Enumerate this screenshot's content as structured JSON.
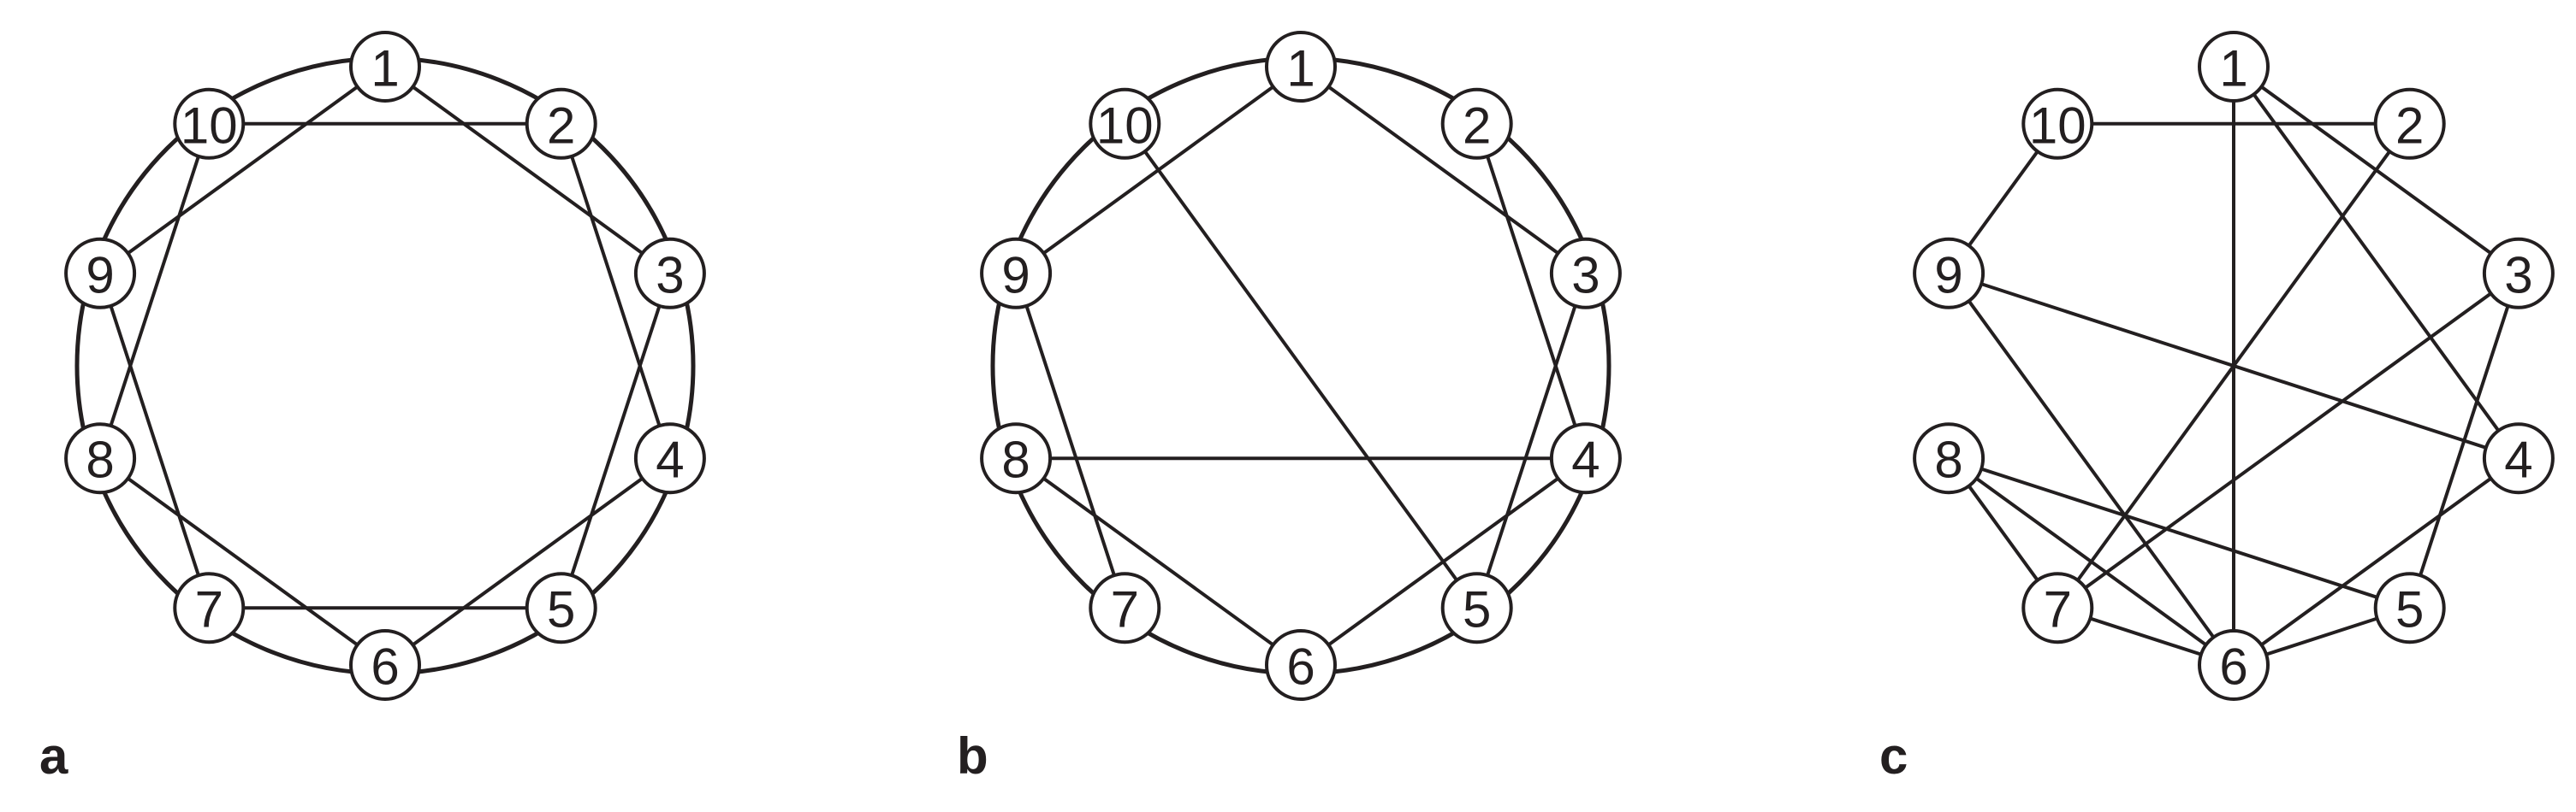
{
  "colors": {
    "stroke": "#231f20",
    "background": "#ffffff"
  },
  "panels": [
    {
      "label": "a",
      "ring": true,
      "nodes": [
        "1",
        "2",
        "3",
        "4",
        "5",
        "6",
        "7",
        "8",
        "9",
        "10"
      ],
      "edges": [
        [
          "1",
          "9"
        ],
        [
          "1",
          "3"
        ],
        [
          "10",
          "2"
        ],
        [
          "10",
          "8"
        ],
        [
          "2",
          "4"
        ],
        [
          "3",
          "5"
        ],
        [
          "9",
          "7"
        ],
        [
          "8",
          "6"
        ],
        [
          "7",
          "5"
        ],
        [
          "6",
          "4"
        ]
      ]
    },
    {
      "label": "b",
      "ring": true,
      "nodes": [
        "1",
        "2",
        "3",
        "4",
        "5",
        "6",
        "7",
        "8",
        "9",
        "10"
      ],
      "edges": [
        [
          "1",
          "9"
        ],
        [
          "1",
          "3"
        ],
        [
          "2",
          "4"
        ],
        [
          "3",
          "5"
        ],
        [
          "10",
          "5"
        ],
        [
          "9",
          "7"
        ],
        [
          "8",
          "4"
        ],
        [
          "8",
          "6"
        ],
        [
          "6",
          "4"
        ]
      ]
    },
    {
      "label": "c",
      "ring": false,
      "nodes": [
        "1",
        "2",
        "3",
        "4",
        "5",
        "6",
        "7",
        "8",
        "9",
        "10"
      ],
      "edges": [
        [
          "1",
          "6"
        ],
        [
          "1",
          "3"
        ],
        [
          "1",
          "4"
        ],
        [
          "10",
          "2"
        ],
        [
          "10",
          "9"
        ],
        [
          "2",
          "7"
        ],
        [
          "3",
          "7"
        ],
        [
          "3",
          "5"
        ],
        [
          "9",
          "6"
        ],
        [
          "9",
          "4"
        ],
        [
          "8",
          "7"
        ],
        [
          "8",
          "6"
        ],
        [
          "8",
          "5"
        ],
        [
          "7",
          "6"
        ],
        [
          "6",
          "5"
        ],
        [
          "6",
          "4"
        ]
      ]
    }
  ]
}
